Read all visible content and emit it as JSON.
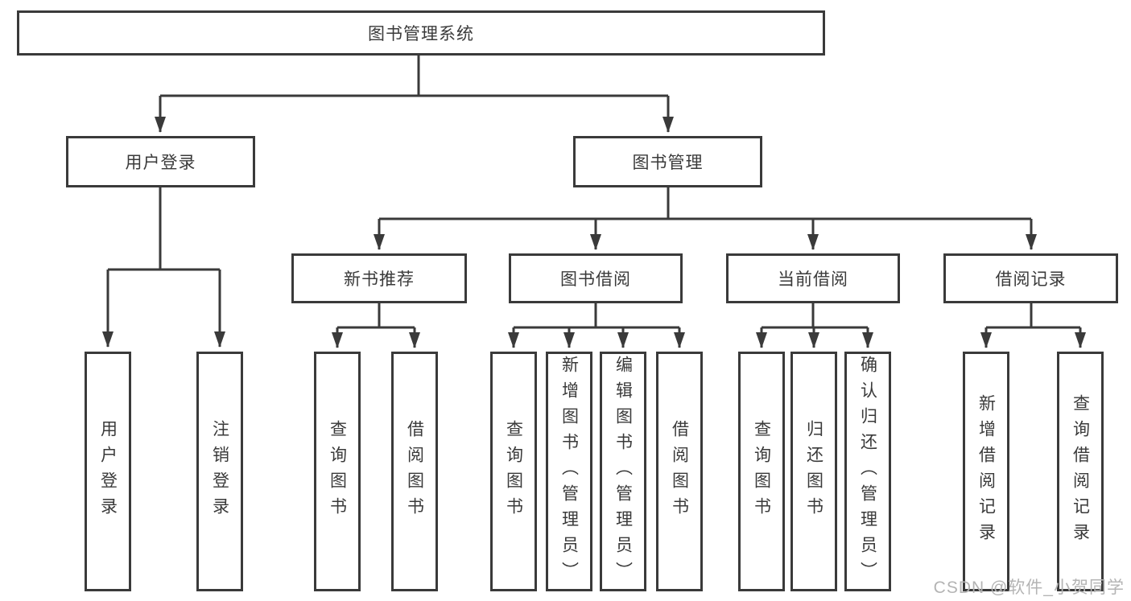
{
  "diagram": {
    "nodes": {
      "root": "图书管理系统",
      "userLogin": "用户登录",
      "bookMgmt": "图书管理",
      "newRec": "新书推荐",
      "bookBorrow": "图书借阅",
      "currentBorrow": "当前借阅",
      "borrowRecords": "借阅记录",
      "login": "用户登录",
      "logout": "注销登录",
      "recQuery": "查询图书",
      "recBorrow": "借阅图书",
      "borQuery": "查询图书",
      "borAdd": "新增图书（管理员）",
      "borEdit": "编辑图书（管理员）",
      "borBorrow": "借阅图书",
      "curQuery": "查询图书",
      "curReturn": "归还图书",
      "curConfirm": "确认归还（管理员）",
      "recordAdd": "新增借阅记录",
      "recordQuery": "查询借阅记录"
    },
    "watermark": "CSDN @软件_小贺同学",
    "colors": {
      "line": "#3a3a3a",
      "text": "#3a3a3a",
      "watermark": "#b4b4b4",
      "background": "#ffffff"
    }
  }
}
